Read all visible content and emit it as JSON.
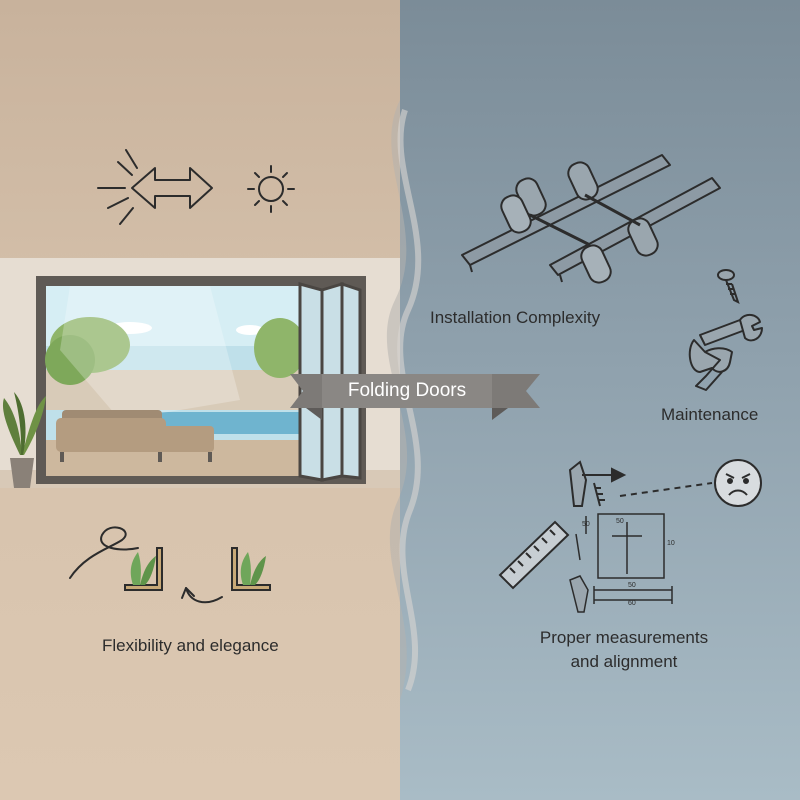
{
  "title": "Folding Doors",
  "left_panel": {
    "caption": "Flexibility and elegance"
  },
  "right_panel": {
    "installation": "Installation Complexity",
    "maintenance": "Maintenance",
    "measurements_line1": "Proper measurements",
    "measurements_line2": "and alignment"
  },
  "dimension_labels": {
    "top_small": "50",
    "side_left": "50",
    "side_right": "10",
    "bottom_upper": "50",
    "bottom_lower": "60"
  },
  "icons": [
    "light-rays-icon",
    "double-arrow-icon",
    "sun-icon",
    "folding-door-illustration",
    "potted-plant-icon",
    "sofa-icon",
    "pool-icon",
    "plant-bracket-icon",
    "curved-arrow-icon",
    "roller-track-icon",
    "screw-icon",
    "hand-wrench-icon",
    "angry-face-icon",
    "ruler-icon",
    "hinge-icon"
  ],
  "colors": {
    "left_bg": "#d6c2ac",
    "right_bg": "#8fa1ad",
    "banner": "#8a8784",
    "line": "#2c2c2c"
  }
}
